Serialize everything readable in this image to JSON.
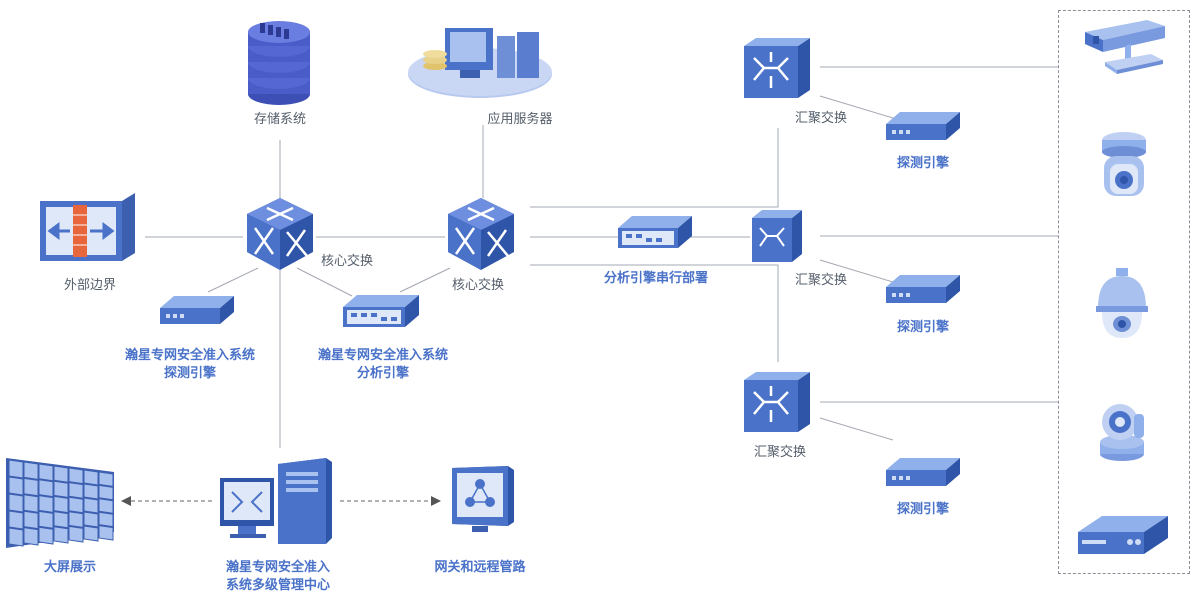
{
  "colors": {
    "device_blue": "#4a72c9",
    "device_light": "#8fb0ea",
    "device_dark": "#2f55a8",
    "line": "#9ea3ab",
    "label_gray": "#555e6b"
  },
  "nodes": {
    "storage": "存储系统",
    "app_server": "应用服务器",
    "external_boundary": "外部边界",
    "core_switch_left": "核心交换",
    "core_switch_right": "核心交换",
    "agg_switch_top": "汇聚交换",
    "agg_switch_middle": "汇聚交换",
    "agg_switch_bottom": "汇聚交换",
    "probe_top": "探测引擎",
    "probe_middle": "探测引擎",
    "probe_bottom": "探测引擎",
    "serial_analysis": "分析引擎串行部署",
    "probe_engine_system": [
      "瀚星专网安全准入系统",
      "探测引擎"
    ],
    "analysis_engine_system": [
      "瀚星专网安全准入系统",
      "分析引擎"
    ],
    "big_screen": "大屏展示",
    "management_center": [
      "瀚星专网安全准入",
      "系统多级管理中心"
    ],
    "gateway": "网关和远程管路"
  },
  "icons": {
    "terminal_devices": [
      "bullet-camera-icon",
      "dome-camera-icon",
      "ceiling-dome-camera-icon",
      "ptz-webcam-icon",
      "nvr-recorder-icon"
    ]
  }
}
